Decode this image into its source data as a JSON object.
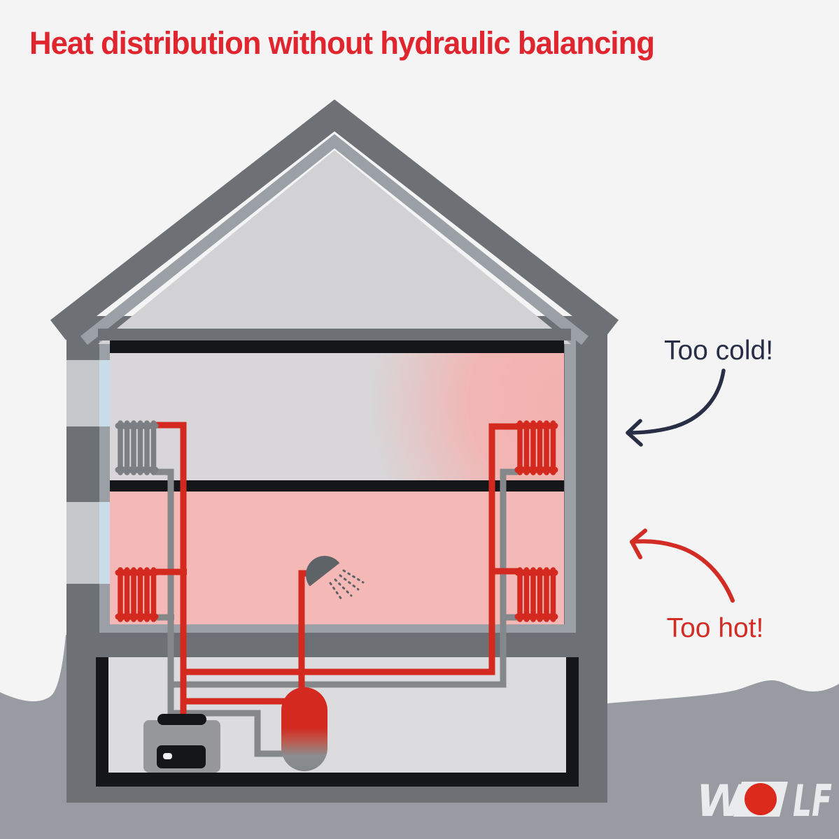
{
  "title": "Heat distribution without hydraulic balancing",
  "annotations": {
    "too_cold": "Too cold!",
    "too_hot": "Too hot!"
  },
  "logo": {
    "brand": "WOLF",
    "part1": "W",
    "part2": "LF"
  },
  "icons": {
    "radiator_cold": "radiator-icon (gray = cold radiator, upper left)",
    "radiator_hot": "radiator-icon (red = hot radiators)",
    "shower_head": "shower-head-icon with spray droplets",
    "boiler": "boiler-unit-icon (basement, gray box with black control panel)",
    "hot_water_tank": "hot-water-tank-icon (cylinder, red hot top fading to gray cold bottom)",
    "cold_arrow": "curved-arrow-icon pointing to upper cold floor",
    "hot_arrow": "curved-arrow-icon pointing to lower hot floor",
    "wolf_logo": "brand-logo-icon (white letters, red circle as O)"
  },
  "colors": {
    "background": "#f4f4f5",
    "title_red": "#e0252f",
    "label_navy": "#272e45",
    "label_red": "#d22c24",
    "pipe_red": "#d3291f",
    "pipe_gray": "#85888b",
    "structure_dark_gray": "#6d7074",
    "structure_light_gray": "#9aa0a5",
    "attic_fill": "#d2d1d4",
    "cold_room_gray": "#d8d6d8",
    "warm_room_pink": "#f4b8b6",
    "slab_black": "#141619",
    "window_blue": "#c8dde9",
    "window_outer_gray": "#c5c8cb",
    "basement_fill": "#dcdcde",
    "ground_gray": "#989ba2",
    "radiator_cold_gray": "#7b7f83",
    "boiler_gray": "#96989b",
    "logo_white": "#eaebec",
    "logo_red": "#db2a1c"
  }
}
